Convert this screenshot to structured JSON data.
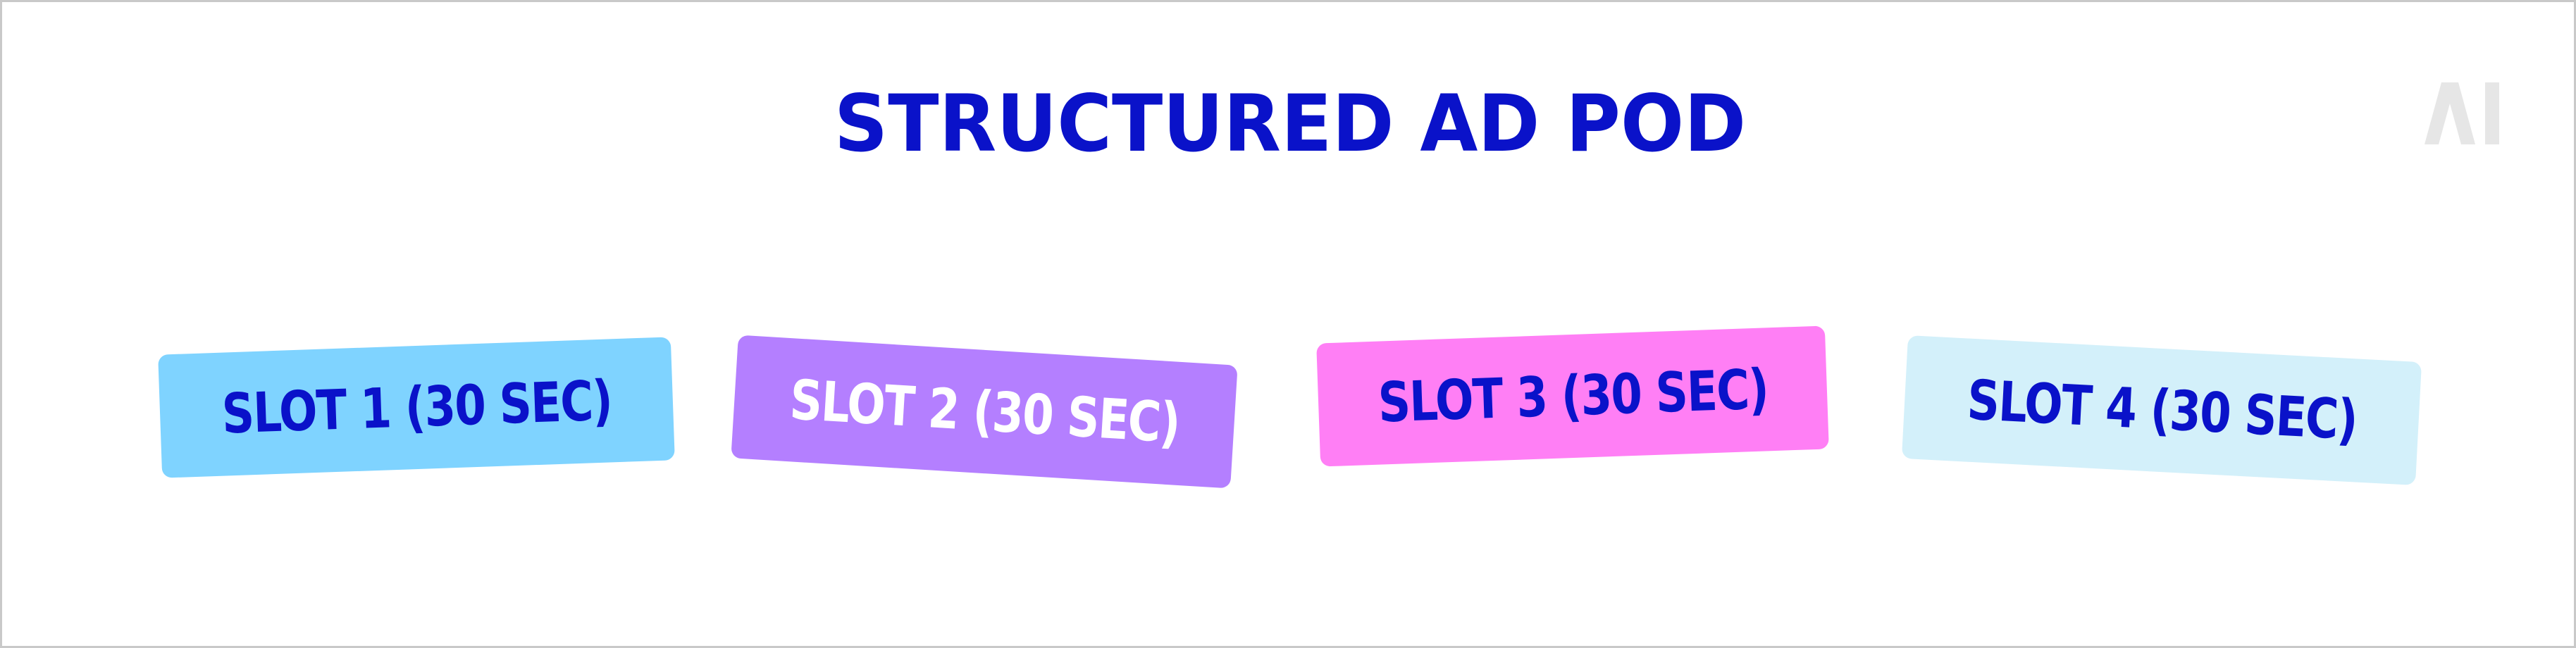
{
  "title": "STRUCTURED AD POD",
  "logo_text": "AI",
  "colors": {
    "title": "#0a12c9",
    "logo": "#e6e6e6",
    "background": "#ffffff",
    "border": "#c9c9c9"
  },
  "slots": [
    {
      "label": "SLOT 1 (30 SEC)",
      "background": "#7fd3ff",
      "text_color": "#0a12c9"
    },
    {
      "label": "SLOT 2 (30 SEC)",
      "background": "#b47fff",
      "text_color": "#ffffff"
    },
    {
      "label": "SLOT 3 (30 SEC)",
      "background": "#ff7ff5",
      "text_color": "#0a12c9"
    },
    {
      "label": "SLOT 4 (30 SEC)",
      "background": "#d3f0fa",
      "text_color": "#0a12c9"
    }
  ]
}
